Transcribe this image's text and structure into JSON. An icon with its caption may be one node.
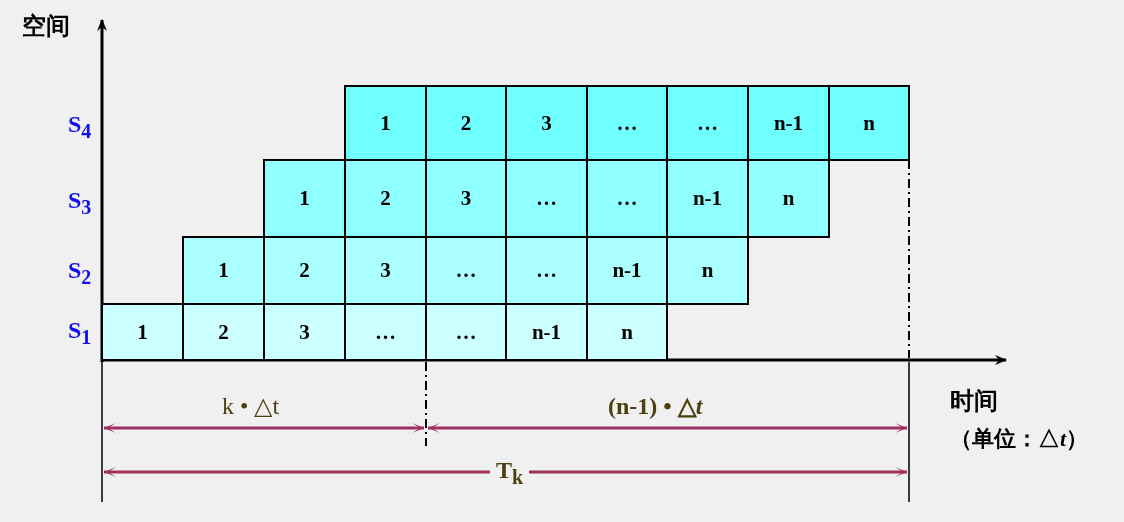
{
  "diagram": {
    "nodes": [
      {
        "text": [
          "1"
        ]
      },
      {
        "text": [
          "2"
        ]
      },
      {
        "text": [
          "3"
        ]
      },
      {
        "text": [
          "…"
        ]
      },
      {
        "text": [
          "…"
        ]
      },
      {
        "text": [
          "n-1"
        ]
      },
      {
        "text": [
          "n"
        ]
      },
      {
        "text": [
          "1"
        ]
      },
      {
        "text": [
          "2"
        ]
      },
      {
        "text": [
          "3"
        ]
      },
      {
        "text": [
          "…"
        ]
      },
      {
        "text": [
          "…"
        ]
      },
      {
        "text": [
          "n-1"
        ]
      },
      {
        "text": [
          "n"
        ]
      },
      {
        "text": [
          "1"
        ]
      },
      {
        "text": [
          "2"
        ]
      },
      {
        "text": [
          "3"
        ]
      },
      {
        "text": [
          "…"
        ]
      },
      {
        "text": [
          "…"
        ]
      },
      {
        "text": [
          "n-1"
        ]
      },
      {
        "text": [
          "n"
        ]
      },
      {
        "text": [
          "1"
        ]
      },
      {
        "text": [
          "2"
        ]
      },
      {
        "text": [
          "3"
        ]
      },
      {
        "text": [
          "…"
        ]
      },
      {
        "text": [
          "…"
        ]
      },
      {
        "text": [
          "n-1"
        ]
      },
      {
        "text": [
          "n"
        ]
      }
    ],
    "edges": [],
    "labels": [
      "空间",
      "S$_{4}$",
      "S$_{3}$",
      "S$_{2}$",
      "S$_{1}$",
      "k • △t",
      "(n-1) • △*t*",
      "时间",
      "（单位：△*t*）",
      "T$_{k}$"
    ]
  }
}
